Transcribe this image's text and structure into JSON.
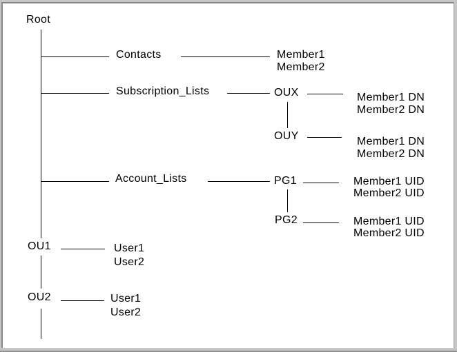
{
  "tree": {
    "root": {
      "label": "Root"
    },
    "contacts": {
      "label": "Contacts",
      "members": [
        "Member1",
        "Member2"
      ]
    },
    "subscription_lists": {
      "label": "Subscription_Lists"
    },
    "oux": {
      "label": "OUX",
      "members": [
        "Member1 DN",
        "Member2 DN"
      ]
    },
    "ouy": {
      "label": "OUY",
      "members": [
        "Member1 DN",
        "Member2 DN"
      ]
    },
    "account_lists": {
      "label": "Account_Lists"
    },
    "pg1": {
      "label": "PG1",
      "members": [
        "Member1 UID",
        "Member2 UID"
      ]
    },
    "pg2": {
      "label": "PG2",
      "members": [
        "Member1 UID",
        "Member2 UID"
      ]
    },
    "ou1": {
      "label": "OU1",
      "members": [
        "User1",
        "User2"
      ]
    },
    "ou2": {
      "label": "OU2",
      "members": [
        "User1",
        "User2"
      ]
    }
  },
  "colors": {
    "line": "#000000",
    "background": "#ffffff",
    "frame": "#c6c6c6",
    "frame_shadow": "#878787"
  }
}
